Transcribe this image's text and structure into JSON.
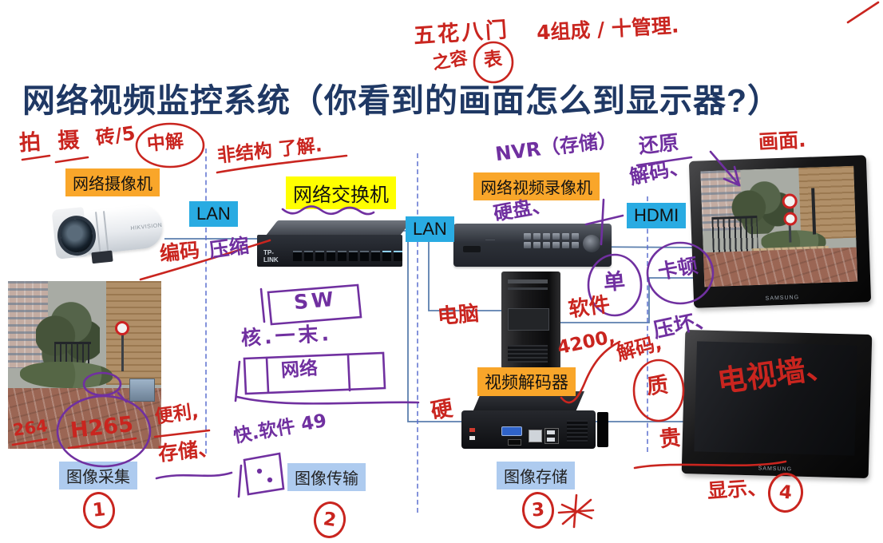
{
  "colors": {
    "title": "#1f3864",
    "red_ink": "#c9251f",
    "purple_ink": "#7030a0",
    "orange_label": "#f9a62a",
    "yellow_label": "#ffff00",
    "cyan_label": "#29abe2",
    "blue_label": "#aecbef",
    "connector": "#5b7fae"
  },
  "title": "网络视频监控系统（你看到的画面怎么到显示器?）",
  "device_labels": {
    "camera": "网络摄像机",
    "switch": "网络交换机",
    "nvr": "网络视频录像机",
    "decoder": "视频解码器"
  },
  "port_labels": {
    "lan1": "LAN",
    "lan2": "LAN",
    "hdmi": "HDMI"
  },
  "step_labels": {
    "step1": "图像采集",
    "step2": "图像传输",
    "step3": "图像存储"
  },
  "step_numbers": {
    "n1": "1",
    "n2": "2",
    "n3": "3",
    "n4": "4"
  },
  "brands": {
    "camera": "HIKVISION",
    "switch": "TP-LINK",
    "monitor": "SAMSUNG"
  },
  "handwritten": {
    "pai_she": "拍 摄",
    "zhuan5": "砖/5",
    "zhongjie": "中解",
    "feijiegou": "非结构 了解.",
    "wuhua": "五花八门",
    "zucheng": "4组成 ∕ 十管理.",
    "zhirong": "之容",
    "biao": "表",
    "nvr_note": "NVR（存储）",
    "huanyuan": "还原",
    "huamian": "画面.",
    "jiema_purple": "解码、",
    "yingpan": "硬盘、",
    "shi_plus": "十",
    "dan": "单",
    "kadun": "卡顿",
    "yahuai": "压坏、",
    "bianma": "编码",
    "yasuo": "压缩",
    "diannao": "电脑",
    "ruanjian": "软件",
    "n4200": "4200,",
    "jiema_red": "解码,",
    "ying": "硬",
    "sw": "SW",
    "heyimo": "核.一末.",
    "wangluo": "网络",
    "kuai": "快.软件 49",
    "n264": "264",
    "h265": "H265",
    "bianli": "便利,",
    "cunchu": "存储、",
    "dianshiqiang": "电视墙、",
    "zhi": "质",
    "gui": "贵",
    "xianshi": "显示、"
  }
}
